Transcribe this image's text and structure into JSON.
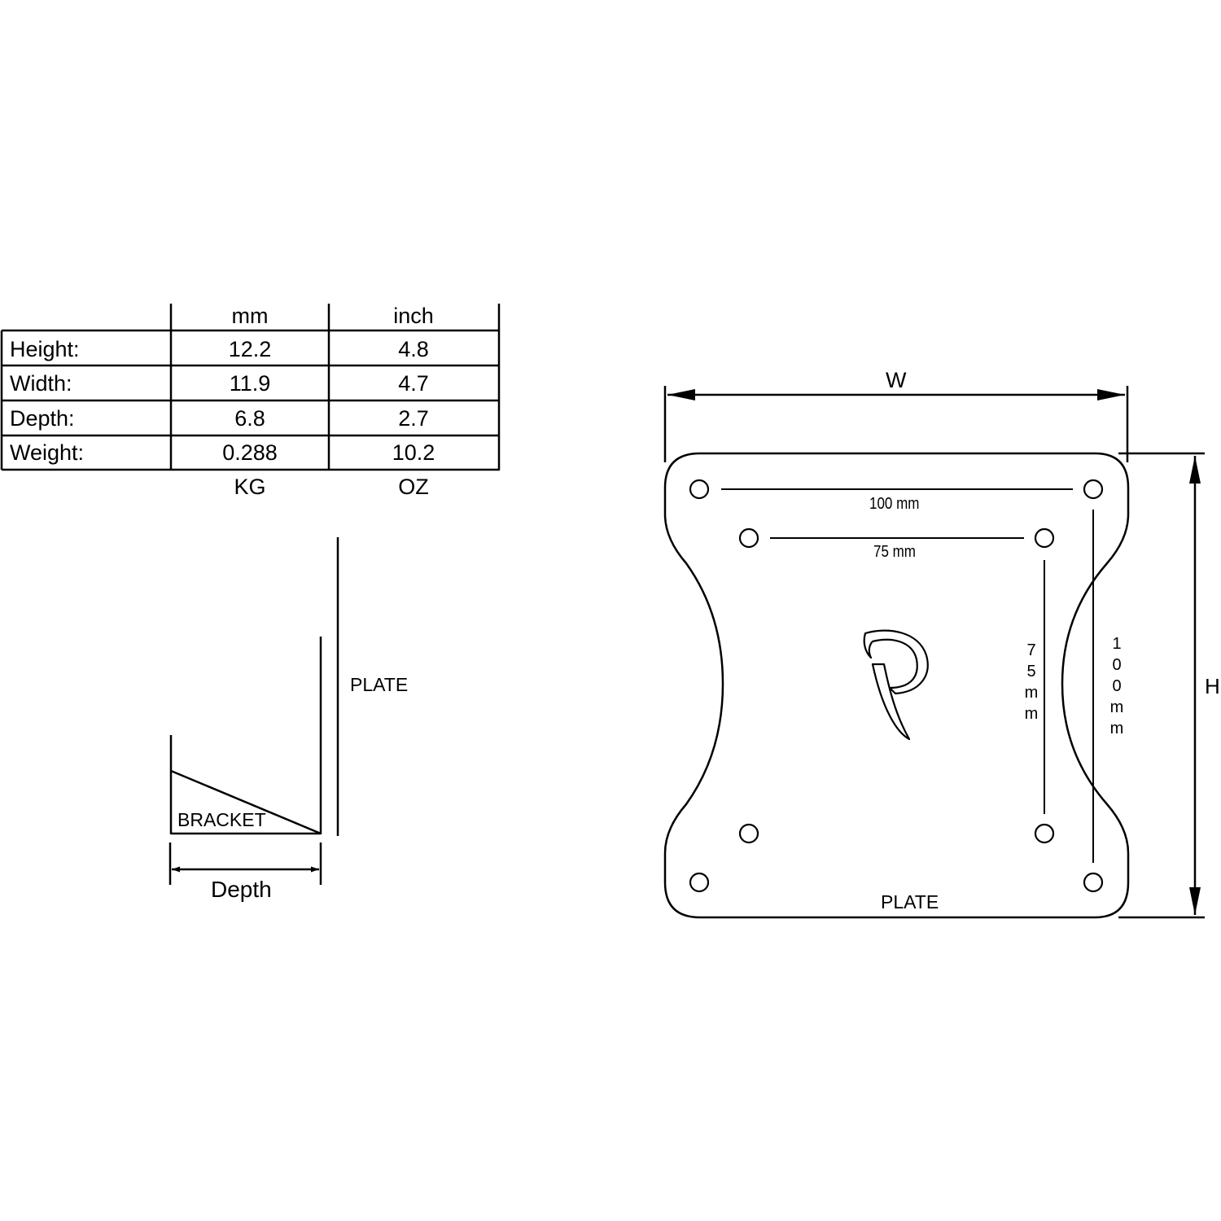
{
  "spec_table": {
    "headers": [
      "mm",
      "inch"
    ],
    "rows": [
      {
        "label": "Height:",
        "mm": "12.2",
        "inch": "4.8"
      },
      {
        "label": "Width:",
        "mm": "11.9",
        "inch": "4.7"
      },
      {
        "label": "Depth:",
        "mm": "6.8",
        "inch": "2.7"
      },
      {
        "label": "Weight:",
        "mm": "0.288",
        "inch": "10.2"
      }
    ],
    "weight_units": [
      "KG",
      "OZ"
    ]
  },
  "side_view": {
    "plate_label": "PLATE",
    "bracket_label": "BRACKET",
    "depth_label": "Depth"
  },
  "front_view": {
    "width_label": "W",
    "height_label": "H",
    "plate_label": "PLATE",
    "dim_100_horizontal": "100 mm",
    "dim_75_horizontal": "75 mm",
    "dim_75_vertical": "75mm",
    "dim_100_vertical": "100mm"
  }
}
